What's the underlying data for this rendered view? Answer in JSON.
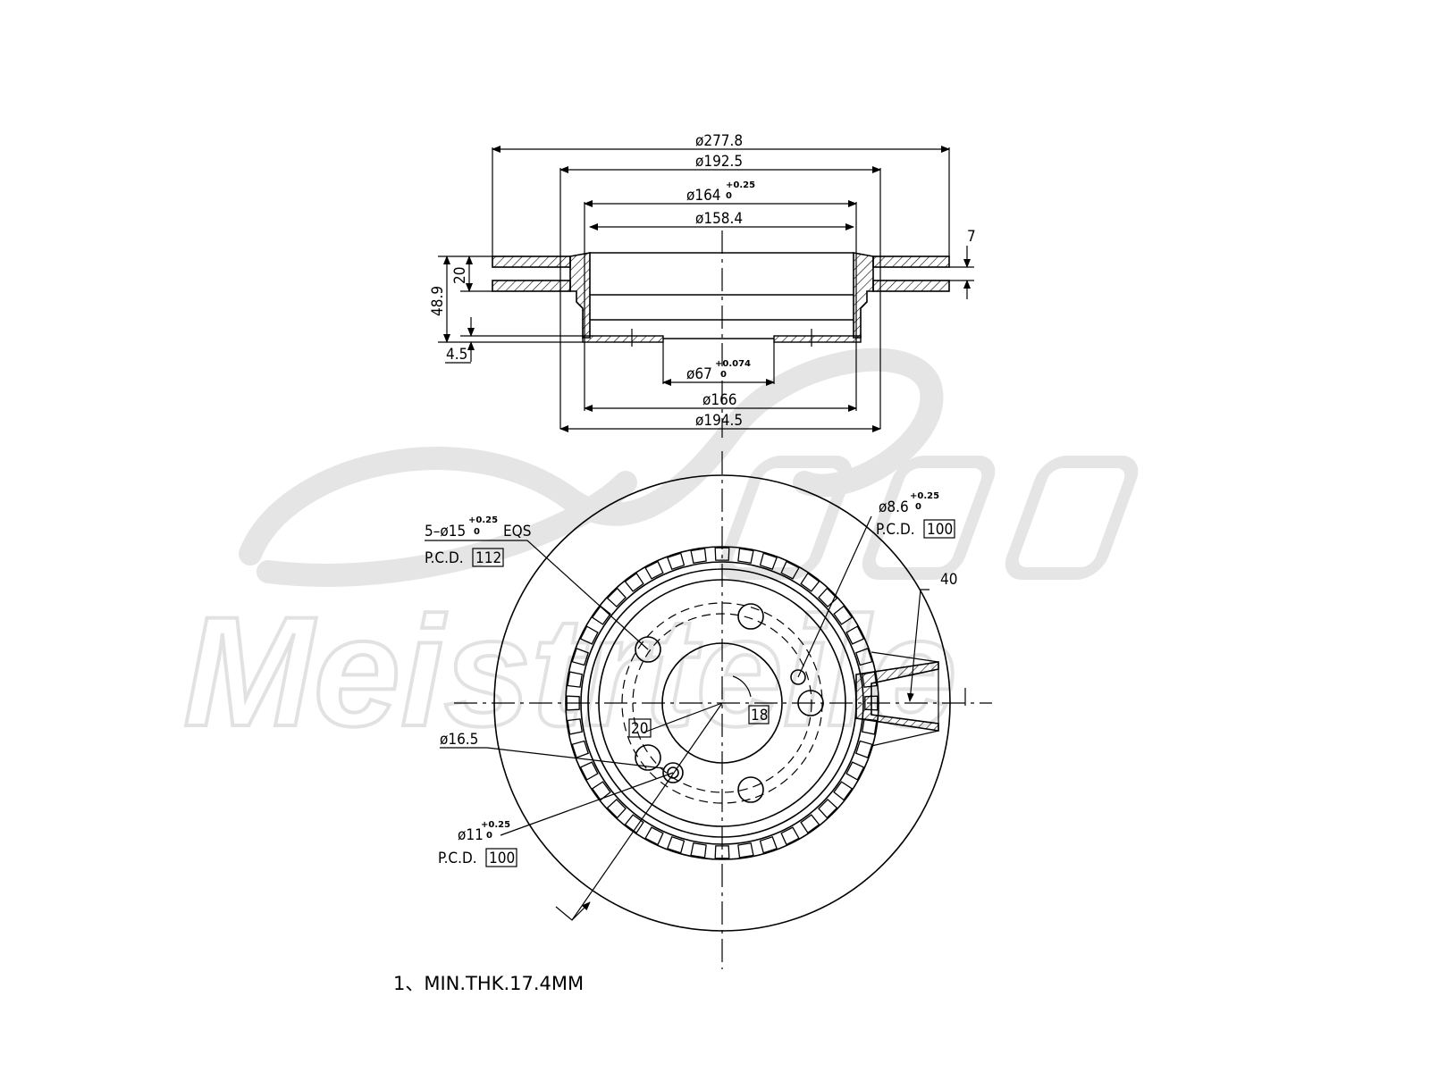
{
  "watermark": {
    "brand": "Meistrteile",
    "logo_initials": "A.M."
  },
  "top_view": {
    "d_outer": "ø277.8",
    "d_1925": "ø192.5",
    "d_164": "ø164",
    "d_164_tol_upper": "+0.25",
    "d_164_tol_lower": "0",
    "d_1584": "ø158.4",
    "thickness_7": "7",
    "thickness_20": "20",
    "height_489": "48.9",
    "thickness_45": "4.5",
    "d_67": "ø67",
    "d_67_tol_upper": "+0.074",
    "d_67_tol_lower": "0",
    "d_166": "ø166",
    "d_1945": "ø194.5"
  },
  "front_view": {
    "bolt_holes": "5–ø15",
    "bolt_tol_upper": "+0.25",
    "bolt_tol_lower": "0",
    "bolt_eqs": "EQS",
    "pcd_label": "P.C.D.",
    "pcd_112": "112",
    "hole_86": "ø8.6",
    "hole_86_tol_upper": "+0.25",
    "hole_86_tol_lower": "0",
    "pcd_100_a": "100",
    "vanes_40": "40",
    "angle_18": "18",
    "angle_20": "20",
    "d_165": "ø16.5",
    "hole_11": "ø11",
    "hole_11_tol_upper": "+0.25",
    "hole_11_tol_lower": "0",
    "pcd_100_b": "100"
  },
  "notes": {
    "min_thk": "1、MIN.THK.17.4MM"
  }
}
